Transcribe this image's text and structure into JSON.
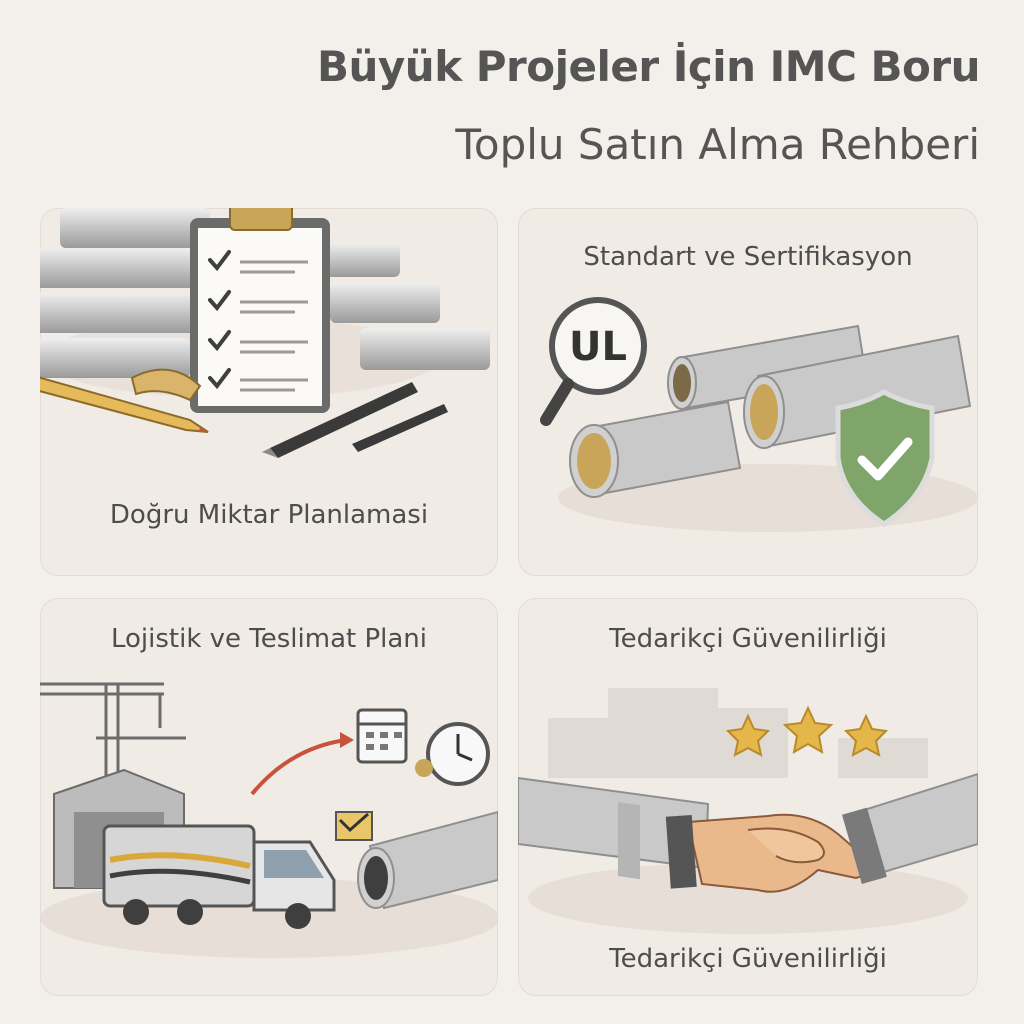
{
  "header": {
    "title": "Büyük Projeler İçin IMC Boru",
    "subtitle": "Toplu Satın Alma Rehberi"
  },
  "cards": [
    {
      "caption": "Doğru Miktar Planlamasi",
      "icons": [
        "pipe-stack-icon",
        "clipboard-checklist-icon",
        "pencil-icon",
        "pen-icon",
        "tape-measure-icon"
      ]
    },
    {
      "caption": "Standart ve Sertifikasyon",
      "badge_text": "UL",
      "icons": [
        "magnifier-ul-icon",
        "pipe-icon",
        "shield-check-icon"
      ]
    },
    {
      "caption": "Lojistik ve Teslimat Plani",
      "icons": [
        "crane-icon",
        "warehouse-icon",
        "truck-icon",
        "calendar-icon",
        "clock-icon",
        "envelope-check-icon",
        "pipe-icon"
      ]
    },
    {
      "caption": "Tedarikçi Güvenilirliği",
      "caption_bottom": "Tedarikçi Güvenilirliği",
      "rating": 3,
      "icons": [
        "star-icon",
        "handshake-icon",
        "pipe-icon",
        "factory-icon"
      ]
    }
  ],
  "colors": {
    "background": "#f3efea",
    "card": "#f1ebe6",
    "pipe_metal": "#c9c9c9",
    "pipe_inner": "#c9a55a",
    "shield_green": "#7fa56a",
    "star_gold": "#e5b64a",
    "accent_red": "#c8533d"
  }
}
